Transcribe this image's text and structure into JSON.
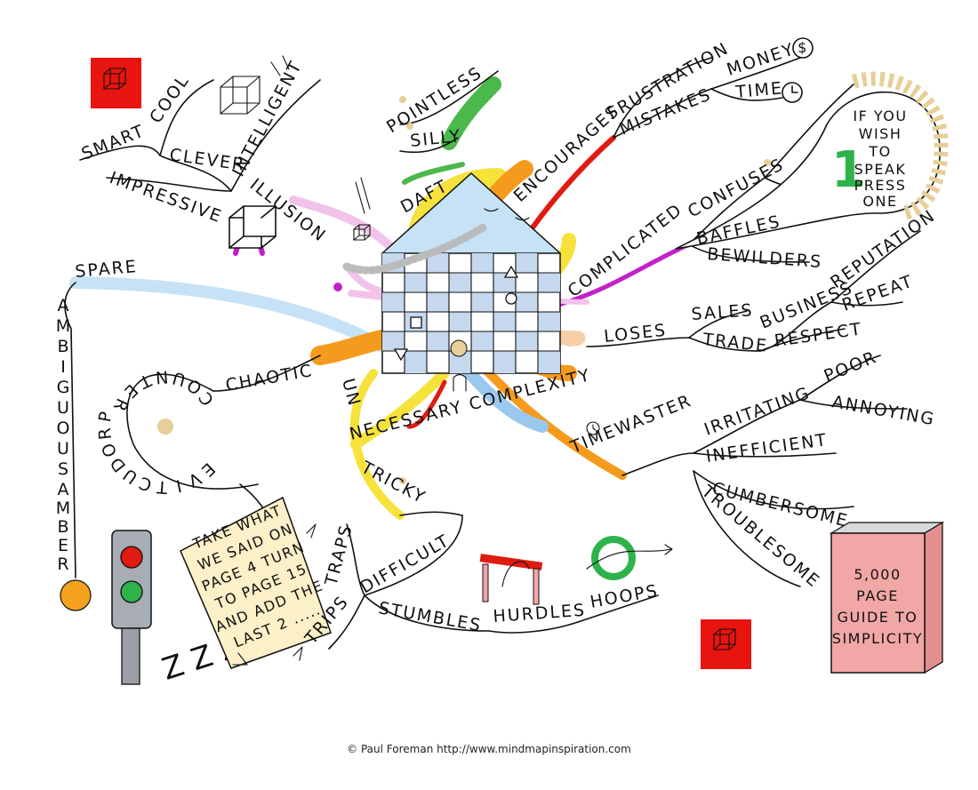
{
  "words": {
    "smart": "SMART",
    "cool": "COOL",
    "clever": "CLEVER",
    "intelligent": "INTELLIGENT",
    "impressive": "IMPRESSIVE",
    "illusion": "ILLUSION",
    "daft": "DAFT",
    "silly": "SILLY",
    "pointless": "POINTLESS",
    "encourages": "ENCOURAGES",
    "frustration": "FRUSTRATION",
    "mistakes": "MISTAKES",
    "money": "MONEY",
    "time": "TIME",
    "complicated": "COMPLICATED",
    "confuses": "CONFUSES",
    "baffles": "BAFFLES",
    "bewilders": "BEWILDERS",
    "loses": "LOSES",
    "sales": "SALES",
    "trade": "TRADE",
    "business": "BUSINESS",
    "reputation": "REPUTATION",
    "repeat": "REPEAT",
    "respect": "RESPECT",
    "spare": "SPARE",
    "ambiguous": "AMBIGUOUS",
    "amber": "AMBER",
    "chaotic": "CHAOTIC",
    "counter": "COUNTER",
    "productive": "PRODUCTIVE",
    "un": "UN",
    "necessary": "NECESSARY COMPLEXITY",
    "tricky": "TRICKY",
    "timewaster": "TIMEWASTER",
    "irritating": "IRRITATING",
    "poor": "POOR",
    "annoying": "ANNOYING",
    "inefficient": "INEFFICIENT",
    "cumbersome": "CUMBERSOME",
    "troublesome": "TROUBLESOME",
    "traps": "TRAPS",
    "trips": "TRIPS",
    "difficult": "DIFFICULT",
    "stumbles": "STUMBLES",
    "hurdles": "HURDLES",
    "hoops": "HOOPS"
  },
  "phone_bubble": {
    "line1": "IF YOU",
    "line2": "WISH",
    "line3": "TO",
    "line4": "SPEAK",
    "line5": "PRESS",
    "line6": "ONE",
    "number": "1"
  },
  "note_paper": {
    "line1": "TAKE WHAT",
    "line2": "WE SAID ON",
    "line3": "PAGE 4 TURN",
    "line4": "TO PAGE 15",
    "line5": "AND ADD THE",
    "line6": "LAST 2 ....."
  },
  "book": {
    "line1": "5,000",
    "line2": "PAGE",
    "line3": "GUIDE TO",
    "line4": "SIMPLICITY"
  },
  "icons": {
    "money": "$",
    "sleep": "Z Z Z"
  },
  "footer": "© Paul Foreman http://www.mindmapinspiration.com",
  "colors": {
    "red_square": "#e8140f",
    "branch_yellow": "#f6e23a",
    "branch_orange": "#f49b1e",
    "branch_red": "#e01b12",
    "branch_blue": "#c6e2f6",
    "branch_pink": "#f2c3ea",
    "branch_magenta": "#c220c9",
    "branch_peach": "#f6cfa8",
    "book_pink": "#f2a7a7",
    "paper": "#fbf0c8",
    "gold_dot": "#e6cf98"
  }
}
